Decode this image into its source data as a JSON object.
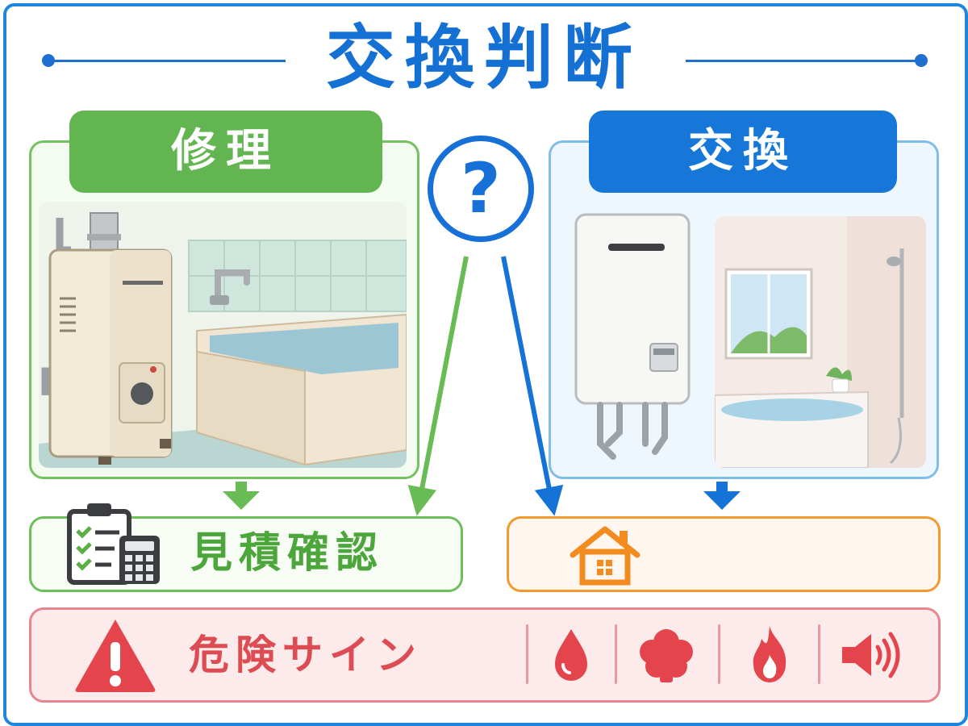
{
  "title": "交換判断",
  "branches": {
    "repair": {
      "label": "修理",
      "color": "#62b550"
    },
    "replace": {
      "label": "交換",
      "color": "#1677d9"
    }
  },
  "decision": {
    "symbol": "?",
    "icon": "question-mark-icon"
  },
  "outcomes": {
    "estimate": {
      "label": "見積確認",
      "icons": [
        "clipboard-checklist-icon",
        "calculator-icon"
      ]
    },
    "home": {
      "label": "",
      "icon": "house-icon",
      "color": "#f29a2e"
    }
  },
  "danger": {
    "label": "危険サイン",
    "icon": "warning-triangle-icon",
    "color": "#dd4b53",
    "signs": [
      "water-drop-icon",
      "smoke-cloud-icon",
      "flame-icon",
      "speaker-sound-icon"
    ]
  }
}
